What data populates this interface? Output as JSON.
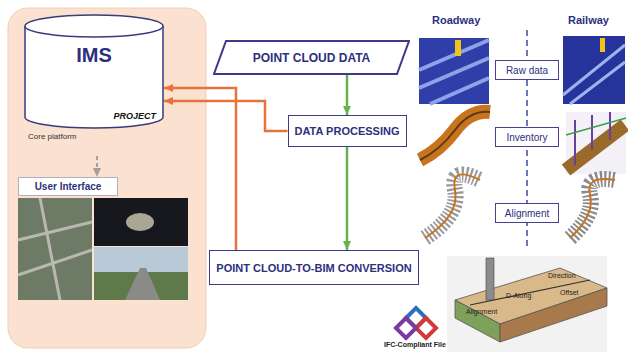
{
  "diagram": {
    "nodes": [
      {
        "text": [
          "IMS",
          "PROJECT",
          "Core platform"
        ]
      },
      {
        "text": [
          "User Interface"
        ]
      },
      {
        "text": [
          "POINT CLOUD DATA"
        ]
      },
      {
        "text": [
          "DATA PROCESSING"
        ]
      },
      {
        "text": [
          "POINT CLOUD-TO-BIM CONVERSION"
        ]
      },
      {
        "text": [
          "Raw data"
        ]
      },
      {
        "text": [
          "Inventory"
        ]
      },
      {
        "text": [
          "Alignment"
        ]
      }
    ],
    "edges": [
      {
        "from": 0,
        "to": 1,
        "arrow": "to"
      },
      {
        "from": 2,
        "to": 3,
        "arrow": "to"
      },
      {
        "from": 3,
        "to": 4,
        "arrow": "to"
      },
      {
        "from": 3,
        "to": 0,
        "arrow": "to"
      },
      {
        "from": 4,
        "to": 0,
        "arrow": "to"
      }
    ],
    "labels": [
      "Roadway",
      "Railway",
      "Direction",
      "D-Along",
      "Offset",
      "Alignment",
      "IFC-Compliant File"
    ]
  }
}
